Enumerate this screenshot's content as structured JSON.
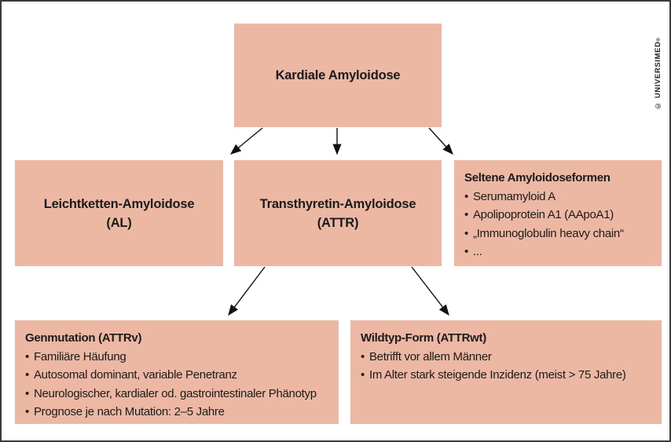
{
  "meta": {
    "background": "#ffffff",
    "box_fill": "#ecb8a4",
    "frame_color": "#3a3a3a",
    "text_color": "#1b1b1b",
    "arrow_color": "#111111"
  },
  "ui": {
    "bullet": "•"
  },
  "nodes": {
    "root": {
      "title": "Kardiale Amyloidose"
    },
    "al": {
      "line1": "Leichtketten-Amyloidose",
      "line2": "(AL)"
    },
    "attr": {
      "line1": "Transthyretin-Amyloidose",
      "line2": "(ATTR)"
    },
    "seltene": {
      "title": "Seltene Amyloidoseformen",
      "items": [
        "Serumamyloid A",
        "Apolipoprotein A1 (AApoA1)",
        "„Immunoglobulin heavy chain“",
        "..."
      ]
    },
    "attrv": {
      "title": "Genmutation (ATTRv)",
      "items": [
        "Familiäre Häufung",
        "Autosomal dominant, variable Penetranz",
        "Neurologischer, kardialer od. gastrointestinaler Phänotyp",
        "Prognose je nach Mutation: 2–5 Jahre"
      ]
    },
    "attrwt": {
      "title": "Wildtyp-Form (ATTRwt)",
      "items": [
        "Betrifft vor allem Männer",
        "Im Alter stark steigende Inzidenz (meist > 75 Jahre)"
      ]
    }
  },
  "watermark": {
    "text": "© UNIVERSIMED",
    "reg": "®"
  }
}
